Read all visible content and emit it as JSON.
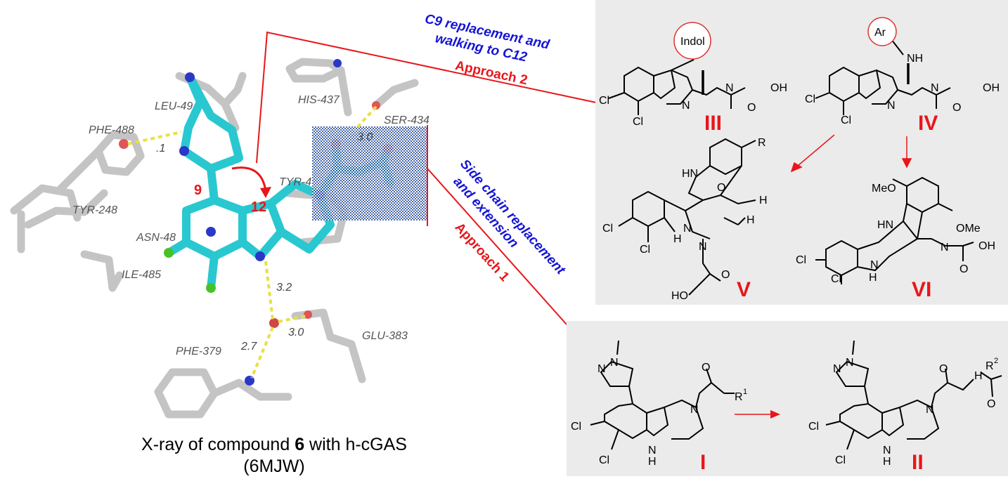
{
  "caption": {
    "line1_prefix": "X-ray of compound ",
    "compound": "6",
    "line1_suffix": " with h-cGAS",
    "line2": "(6MJW)"
  },
  "residues": {
    "leu": "LEU-49",
    "his": "HIS-437",
    "ser": "SER-434",
    "phe488": "PHE-488",
    "tyr248": "TYR-248",
    "tyr": "TYR-4",
    "asn": "ASN-48",
    "ile": "ILE-485",
    "phe379": "PHE-379",
    "glu": "GLU-383"
  },
  "distances": {
    "d_phe": ".1",
    "d_ser": "3.0",
    "d_32": "3.2",
    "d_30": "3.0",
    "d_27": "2.7"
  },
  "positions": {
    "p9": "9",
    "p12": "12"
  },
  "annotations": {
    "c9_line1": "C9 replacement and",
    "c9_line2": "walking to C12",
    "approach2": "Approach 2",
    "side_line1": "Side chain replacement",
    "side_line2": "and extension",
    "approach1": "Approach 1"
  },
  "structures": {
    "III": {
      "label": "III",
      "group": "Indol",
      "atoms": [
        "Cl",
        "Cl",
        "N",
        "N",
        "O",
        "OH"
      ]
    },
    "IV": {
      "label": "IV",
      "group": "Ar",
      "atoms": [
        "NH",
        "Cl",
        "Cl",
        "N",
        "N",
        "O",
        "OH"
      ]
    },
    "V": {
      "label": "V",
      "atoms": [
        "R",
        "HN",
        "O",
        "H",
        "H",
        "Cl",
        "Cl",
        "H",
        "N",
        "N",
        "O",
        "HO"
      ]
    },
    "VI": {
      "label": "VI",
      "atoms": [
        "MeO",
        "HN",
        "OMe",
        "N",
        "O",
        "OH",
        "Cl",
        "Cl",
        "N",
        "H"
      ]
    },
    "I": {
      "label": "I",
      "atoms": [
        "N",
        "N",
        "N",
        "O",
        "R",
        "1",
        "Cl",
        "Cl",
        "N",
        "H"
      ]
    },
    "II": {
      "label": "II",
      "atoms": [
        "N",
        "N",
        "N",
        "H",
        "R",
        "2",
        "O",
        "O",
        "Cl",
        "Cl",
        "N",
        "H"
      ]
    }
  },
  "colors": {
    "panel": "#ebebeb",
    "red": "#e8161b",
    "blue": "#1414d6",
    "ligand": "#29c8d0",
    "protein": "#c8c8c8"
  }
}
